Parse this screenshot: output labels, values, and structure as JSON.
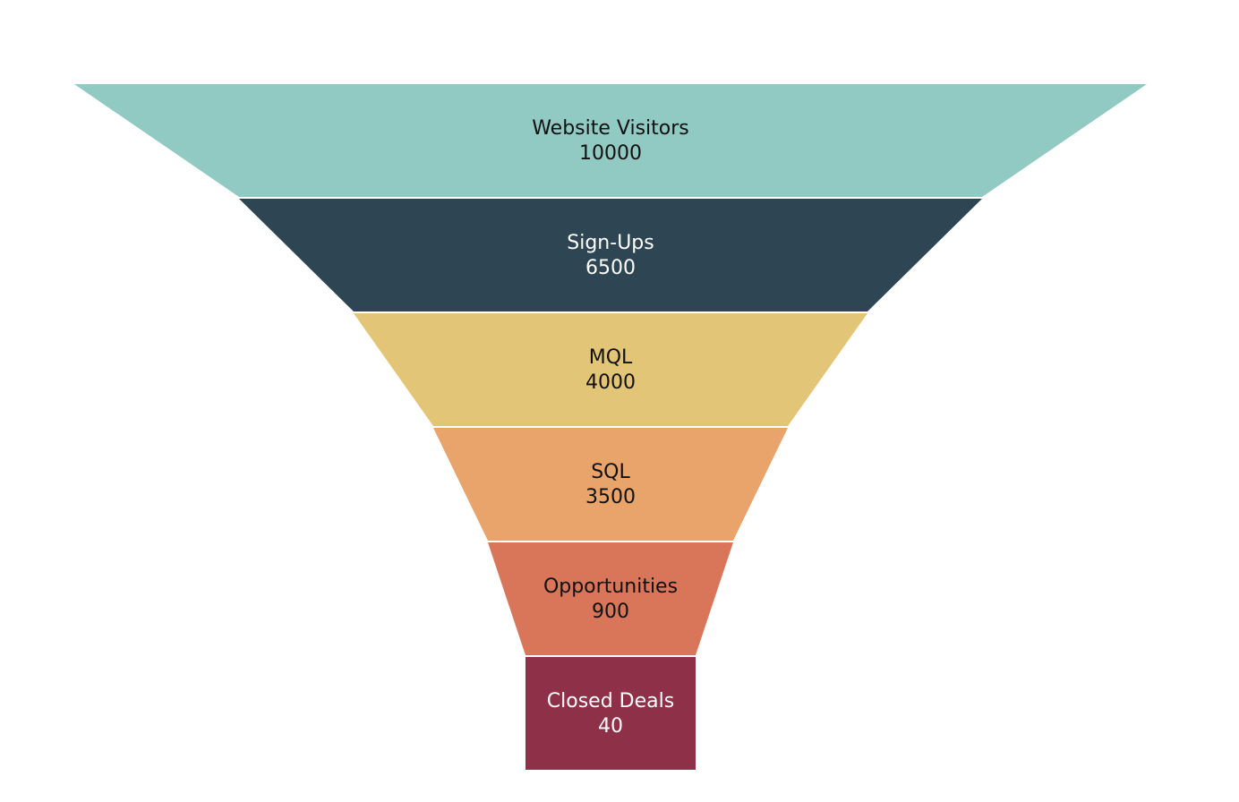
{
  "chart_data": {
    "type": "funnel",
    "title": "",
    "categories": [
      "Website Visitors",
      "Sign-Ups",
      "MQL",
      "SQL",
      "Opportunities",
      "Closed Deals"
    ],
    "values": [
      10000,
      6500,
      4000,
      3500,
      900,
      40
    ],
    "colors": [
      "#91c9c3",
      "#2e4654",
      "#e3c577",
      "#e8a46b",
      "#d97559",
      "#8e3048"
    ],
    "label_colors": [
      "#111111",
      "#ffffff",
      "#111111",
      "#111111",
      "#111111",
      "#ffffff"
    ],
    "stages": [
      {
        "label": "Website Visitors",
        "value": "10000"
      },
      {
        "label": "Sign-Ups",
        "value": "6500"
      },
      {
        "label": "MQL",
        "value": "4000"
      },
      {
        "label": "SQL",
        "value": "3500"
      },
      {
        "label": "Opportunities",
        "value": "900"
      },
      {
        "label": "Closed Deals",
        "value": "40"
      }
    ]
  }
}
